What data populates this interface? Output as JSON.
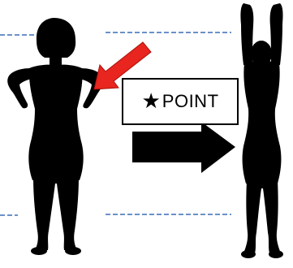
{
  "illustration": {
    "point_star": "★",
    "point_label": "POINT",
    "colors": {
      "silhouette": "#000000",
      "pointer_arrow": "#e8251e",
      "guide_line": "#3a6db5",
      "background": "#ffffff"
    },
    "icons": {
      "before_figure": "person-arms-bent-silhouette",
      "after_figure": "person-arms-raised-silhouette",
      "pointer": "red-arrow",
      "progress": "black-right-arrow"
    }
  }
}
